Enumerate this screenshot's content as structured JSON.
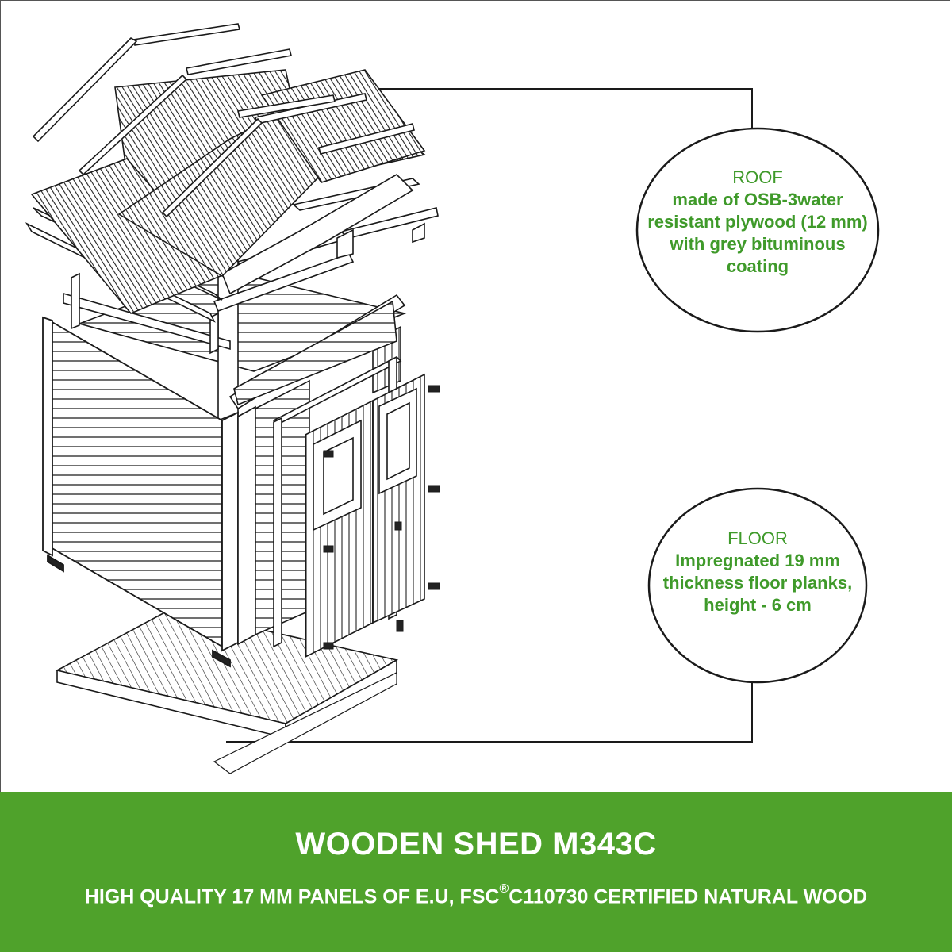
{
  "callouts": {
    "roof": {
      "title": "ROOF",
      "lines": [
        "made of OSB-3water",
        "resistant plywood (12 mm)",
        "with grey bituminous",
        "coating"
      ]
    },
    "floor": {
      "title": "FLOOR",
      "lines": [
        "Impregnated 19 mm",
        "thickness floor planks,",
        "height - 6 cm"
      ]
    }
  },
  "banner": {
    "title": "WOODEN SHED M343C",
    "subtitle_prefix": "HIGH QUALITY 17 MM PANELS OF E.U, FSC",
    "subtitle_mark": "®",
    "subtitle_suffix": "C110730 CERTIFIED NATURAL WOOD"
  },
  "colors": {
    "accent_green": "#4fa22b",
    "text_green": "#3f9a2a",
    "line": "#1a1a1a"
  }
}
